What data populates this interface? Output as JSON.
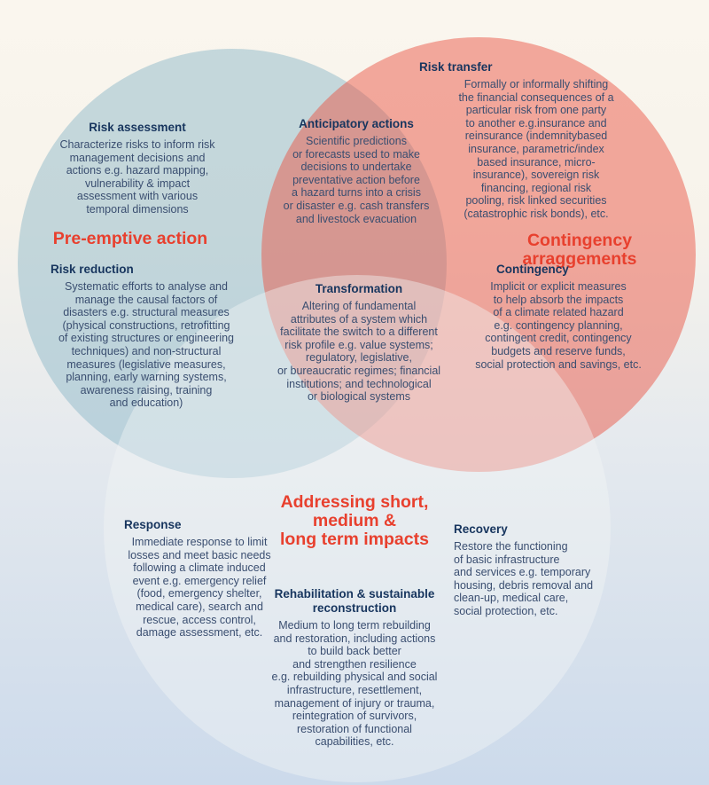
{
  "venn": {
    "colors": {
      "title_red": "#e8402e",
      "heading_navy": "#17355e",
      "body_navy": "#3a4e70",
      "circle_preemptive_fill": "#c5d8db",
      "circle_contingency_fill": "#f2a497",
      "circle_impacts_fill": "#e7ecef",
      "background_top": "#faf6ee",
      "background_bottom": "#ccdaeb"
    },
    "titles": {
      "pre_emptive": "Pre-emptive action",
      "contingency_arrangements": "Contingency arraggements",
      "impacts": "Addressing short,\nmedium &\nlong term impacts"
    },
    "sections": {
      "risk_assessment": {
        "heading": "Risk assessment",
        "body": "Characterize risks to inform risk\nmanagement decisions and\nactions e.g. hazard mapping,\nvulnerability & impact\nassessment with various\ntemporal dimensions"
      },
      "risk_reduction": {
        "heading": "Risk reduction",
        "body": "Systematic efforts to analyse and\nmanage the causal factors of\ndisasters e.g. structural measures\n(physical constructions, retrofitting\nof existing structures or engineering\ntechniques) and non-structural\nmeasures (legislative measures,\nplanning, early warning systems,\nawareness raising, training\nand education)"
      },
      "anticipatory_actions": {
        "heading": "Anticipatory actions",
        "body": "Scientific predictions\nor forecasts used to make\ndecisions to undertake\npreventative action before\na hazard turns into a crisis\nor disaster e.g. cash transfers\nand livestock evacuation"
      },
      "risk_transfer": {
        "heading": "Risk transfer",
        "body": "Formally or informally shifting\nthe financial consequences of a\nparticular risk from one party\nto another e.g.insurance and\nreinsurance (indemnitybased\ninsurance, parametric/index\nbased insurance, micro-\ninsurance), sovereign risk\nfinancing, regional risk\npooling, risk linked securities\n(catastrophic risk bonds), etc."
      },
      "contingency": {
        "heading": "Contingency",
        "body": "Implicit or explicit measures\nto help absorb the impacts\nof a climate related hazard\ne.g. contingency planning,\ncontingent credit, contingency\nbudgets and reserve funds,\nsocial protection and savings, etc."
      },
      "transformation": {
        "heading": "Transformation",
        "body": "Altering of fundamental\nattributes of a system which\nfacilitate the switch to a different\nrisk profile e.g. value systems;\nregulatory, legislative,\nor bureaucratic regimes; financial\ninstitutions; and technological\nor biological systems"
      },
      "response": {
        "heading": "Response",
        "body": "Immediate response to limit\nlosses and meet basic needs\nfollowing a climate induced\nevent e.g. emergency relief\n(food, emergency shelter,\nmedical care), search and\nrescue, access control,\ndamage assessment, etc."
      },
      "recovery": {
        "heading": "Recovery",
        "body": "Restore the functioning\nof basic infrastructure\nand services e.g. temporary\nhousing, debris removal and\nclean-up, medical care,\nsocial protection, etc."
      },
      "rehabilitation": {
        "heading": "Rehabilitation & sustainable\nreconstruction",
        "body": "Medium to long term rebuilding\nand restoration, including actions\nto build back better\nand strengthen resilience\ne.g. rebuilding physical and social\ninfrastructure, resettlement,\nmanagement of injury or trauma,\nreintegration of survivors,\nrestoration of functional\ncapabilities, etc."
      }
    }
  }
}
